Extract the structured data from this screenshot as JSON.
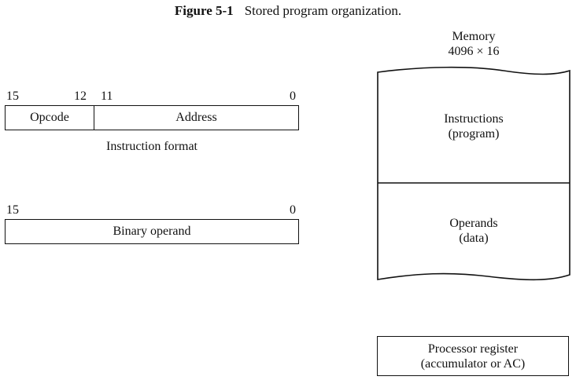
{
  "caption": {
    "figure_number": "Figure 5-1",
    "title": "Stored program organization."
  },
  "instruction_format": {
    "bit_high": "15",
    "bit_opcode_low": "12",
    "bit_address_high": "11",
    "bit_low": "0",
    "opcode_label": "Opcode",
    "address_label": "Address",
    "caption": "Instruction format"
  },
  "binary_operand": {
    "bit_high": "15",
    "bit_low": "0",
    "label": "Binary operand"
  },
  "memory": {
    "title_line1": "Memory",
    "title_line2": "4096 × 16",
    "instructions_line1": "Instructions",
    "instructions_line2": "(program)",
    "operands_line1": "Operands",
    "operands_line2": "(data)"
  },
  "processor_register": {
    "line1": "Processor register",
    "line2": "(accumulator or AC)"
  }
}
